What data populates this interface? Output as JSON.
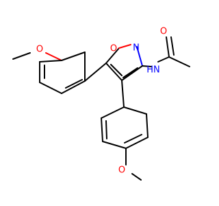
{
  "molecule": {
    "atoms": {
      "o_ring": {
        "text": "O",
        "color": "#ff0000"
      },
      "n_ring": {
        "text": "N",
        "color": "#0000ff"
      },
      "o_top_ether": {
        "text": "O",
        "color": "#ff0000"
      },
      "o_carbonyl": {
        "text": "O",
        "color": "#ff0000"
      },
      "nh_amide": {
        "text": "HN",
        "color": "#0000ff"
      },
      "o_bottom_ether": {
        "text": "O",
        "color": "#ff0000"
      }
    }
  }
}
